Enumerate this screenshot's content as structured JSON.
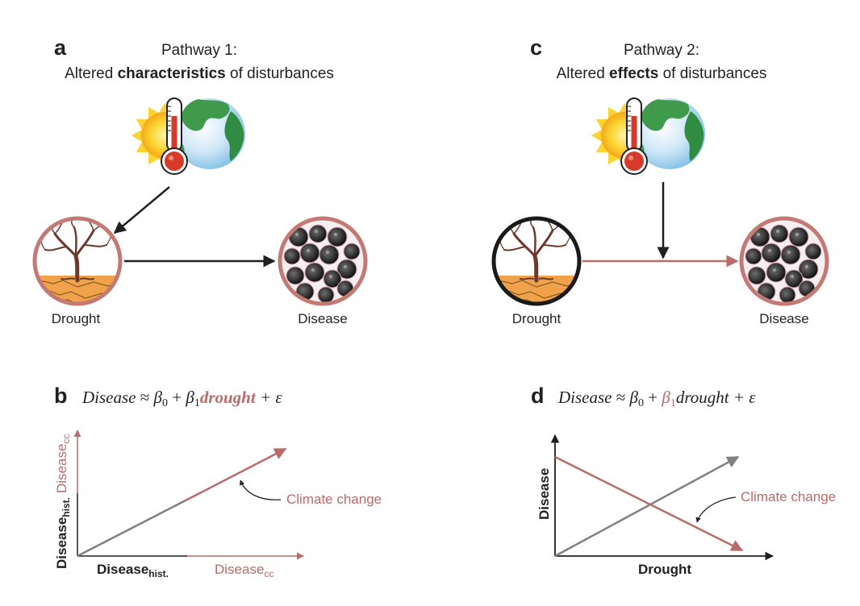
{
  "panel_a": {
    "letter": "a",
    "title_line1": "Pathway 1:",
    "title_pre": "Altered ",
    "title_bold": "characteristics",
    "title_post": " of disturbances",
    "drought_label": "Drought",
    "disease_label": "Disease"
  },
  "panel_c": {
    "letter": "c",
    "title_line1": "Pathway 2:",
    "title_pre": "Altered ",
    "title_bold": "effects",
    "title_post": " of disturbances",
    "drought_label": "Drought",
    "disease_label": "Disease"
  },
  "panel_b": {
    "letter": "b",
    "equation": {
      "lhs": "Disease",
      "approx": " ≈ ",
      "beta0": "β",
      "beta0_sub": "0",
      "plus1": " + ",
      "beta1": "β",
      "beta1_sub": "1",
      "term": "drought",
      "plus2": " + ε"
    },
    "y_label_hist": "Disease",
    "y_label_hist_sub": "hist.",
    "y_label_cc": "Disease",
    "y_label_cc_sub": "cc",
    "x_label_hist": "Disease",
    "x_label_hist_sub": "hist.",
    "x_label_cc": "Disease",
    "x_label_cc_sub": "cc",
    "annotation": "Climate change"
  },
  "panel_d": {
    "letter": "d",
    "equation": {
      "lhs": "Disease",
      "approx": " ≈ ",
      "beta0": "β",
      "beta0_sub": "0",
      "plus1": " + ",
      "beta1": "β",
      "beta1_sub": "1",
      "term": "drought",
      "plus2": " + ε"
    },
    "y_label": "Disease",
    "x_label": "Drought",
    "annotation": "Climate change"
  },
  "colors": {
    "accent": "#b86b68",
    "circle_ring": "#c47a74",
    "dark": "#231f20",
    "gray_line": "#808080",
    "black_ring": "#1a1a1a"
  },
  "icons": [
    "sun-icon",
    "thermometer-icon",
    "globe-icon",
    "drought-tree-icon",
    "disease-spores-icon"
  ]
}
